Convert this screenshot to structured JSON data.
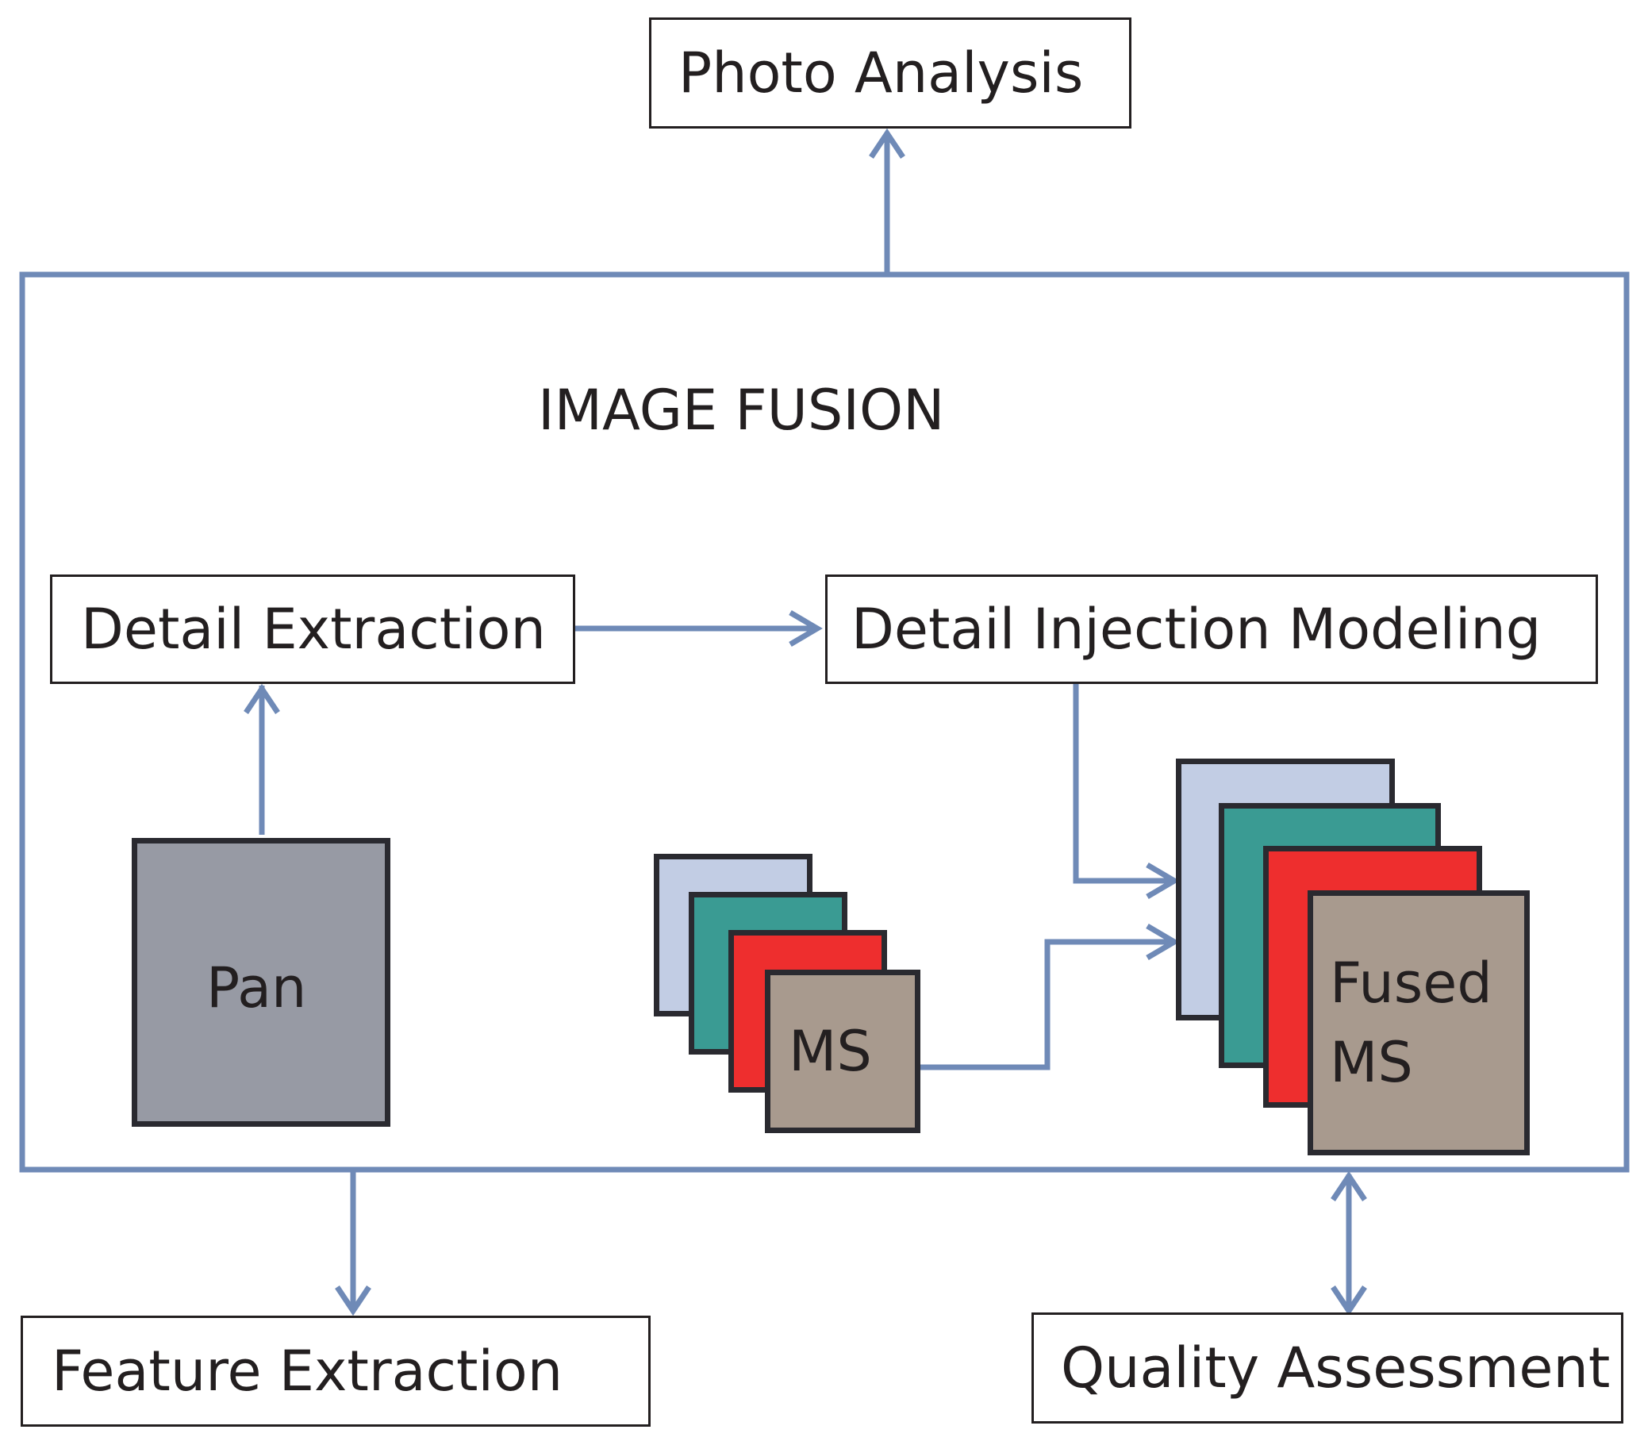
{
  "title": "IMAGE FUSION",
  "boxes": {
    "photo_analysis": "Photo Analysis",
    "detail_extraction": "Detail Extraction",
    "detail_injection": "Detail Injection Modeling",
    "feature_extraction": "Feature Extraction",
    "quality_assessment": "Quality Assessment"
  },
  "stacks": {
    "pan": "Pan",
    "ms": "MS",
    "fused_line1": "Fused",
    "fused_line2": "MS"
  },
  "colors": {
    "arrow": "#6f8ab7",
    "frame": "#6f8ab7",
    "pan": "#979aa4",
    "layer_blue": "#c2cde4",
    "layer_teal": "#3a9b93",
    "layer_red": "#ee2e2e",
    "layer_tan": "#a89a8e"
  }
}
